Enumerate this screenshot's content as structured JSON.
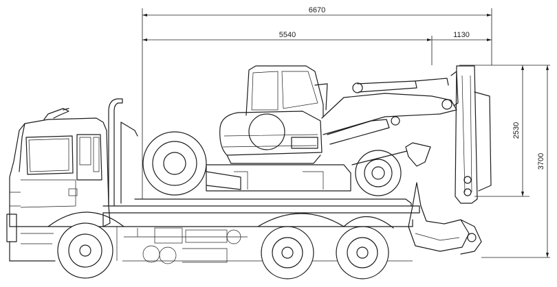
{
  "dimensions": {
    "total_length": "6670",
    "load_length": "5540",
    "overhang": "1130",
    "machine_height": "2530",
    "total_height": "3700"
  },
  "colors": {
    "line": "#1a1a1a",
    "background": "#ffffff"
  }
}
